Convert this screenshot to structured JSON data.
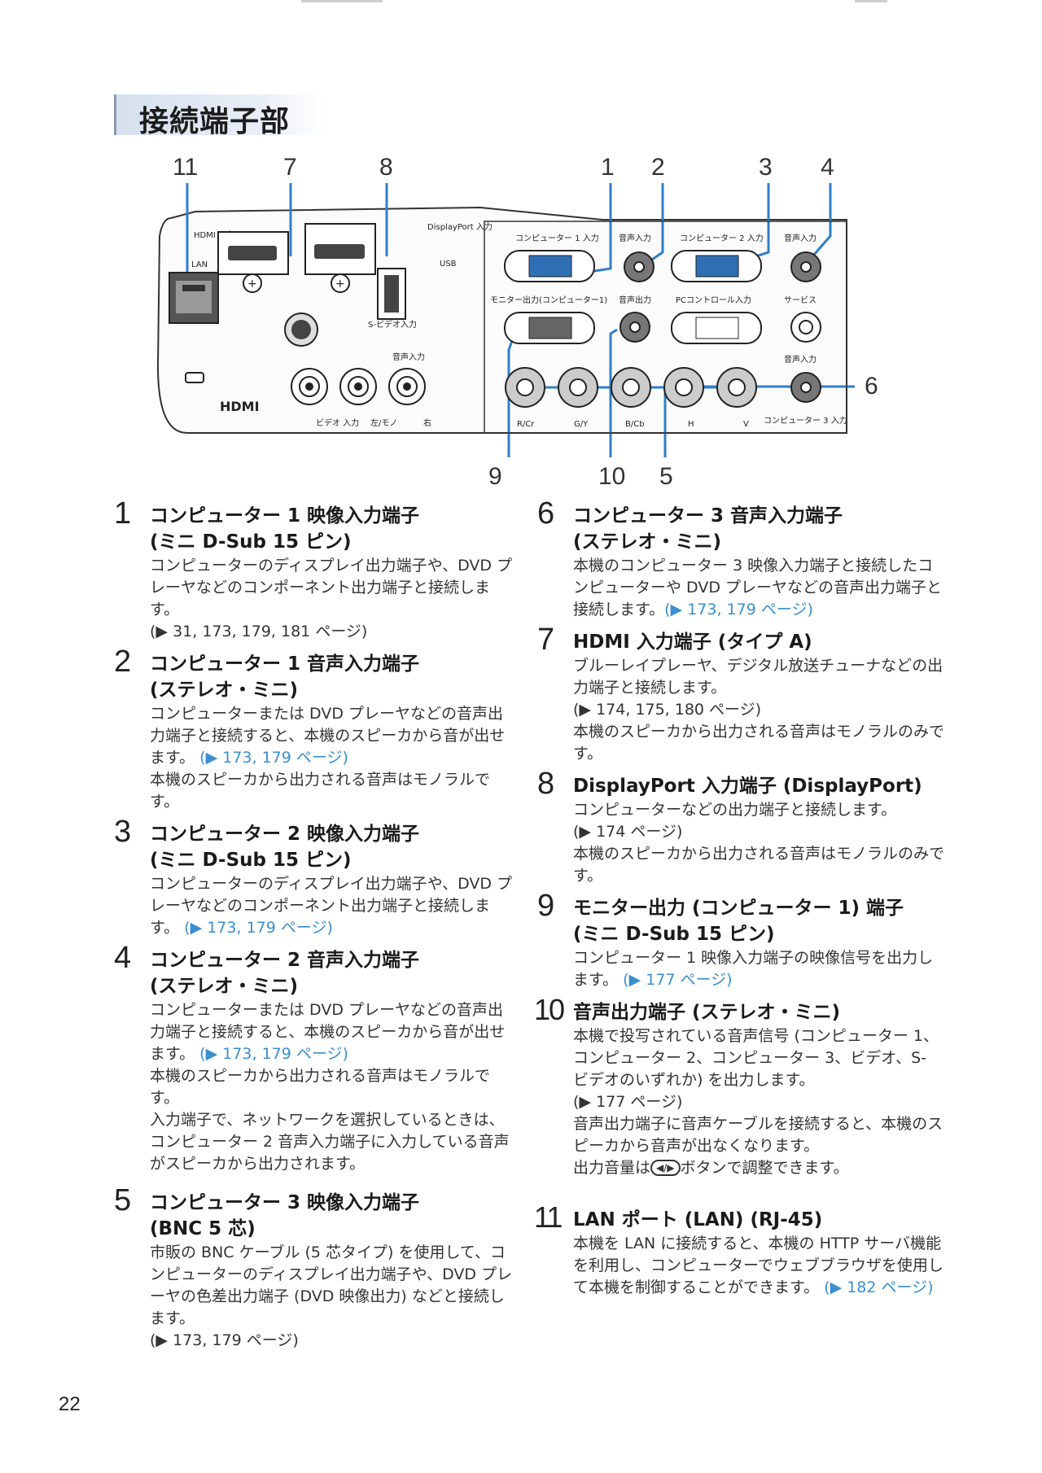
{
  "section_title": "接続端子部",
  "page_number": "22",
  "callouts": [
    "11",
    "7",
    "8",
    "1",
    "2",
    "3",
    "4",
    "6",
    "9",
    "10",
    "5"
  ],
  "panel_labels": {
    "hdmi_in": "HDMI 入力",
    "displayport_in": "DisplayPort 入力",
    "lan": "LAN",
    "usb": "USB",
    "s_video_in": "S-ビデオ入力",
    "audio_in": "音声入力",
    "audio_in_2": "音声入力",
    "audio_in_3": "音声入力",
    "audio_in_4": "音声入力",
    "video_in": "ビデオ 入力",
    "left_mono": "左/モノ",
    "right": "右",
    "computer1_in": "コンピューター 1 入力",
    "computer2_in": "コンピューター 2 入力",
    "monitor_out": "モニター出力(コンピューター1)",
    "audio_out": "音声出力",
    "pc_control_in": "PCコントロール入力",
    "service": "サービス",
    "computer3_in": "コンピューター 3 入力",
    "hdmi_logo": "HDMI",
    "bnc_rcr": "R/Cr",
    "bnc_gy": "G/Y",
    "bnc_bcb": "B/Cb",
    "bnc_h": "H",
    "bnc_v": "V"
  },
  "items": [
    {
      "no": "1",
      "title": "コンピューター 1 映像入力端子",
      "title2": "(ミニ D-Sub 15 ピン)",
      "desc": "コンピューターのディスプレイ出力端子や、DVD プレーヤなどのコンポーネント出力端子と接続します。",
      "ref": "(▶ 31, 173, 179, 181 ページ)"
    },
    {
      "no": "2",
      "title": "コンピューター 1 音声入力端子",
      "title2": "(ステレオ・ミニ)",
      "desc": "コンピューターまたは DVD プレーヤなどの音声出力端子と接続すると、本機のスピーカから音が出せます。",
      "ref": "(▶ 173, 179 ページ)",
      "desc2": "本機のスピーカから出力される音声はモノラルです。"
    },
    {
      "no": "3",
      "title": "コンピューター 2 映像入力端子",
      "title2": "(ミニ D-Sub 15 ピン)",
      "desc": "コンピューターのディスプレイ出力端子や、DVD プレーヤなどのコンポーネント出力端子と接続します。",
      "ref": "(▶ 173, 179 ページ)"
    },
    {
      "no": "4",
      "title": "コンピューター 2 音声入力端子",
      "title2": "(ステレオ・ミニ)",
      "desc": "コンピューターまたは DVD プレーヤなどの音声出力端子と接続すると、本機のスピーカから音が出せます。",
      "ref": "(▶ 173, 179 ページ)",
      "desc2": "本機のスピーカから出力される音声はモノラルです。",
      "desc3": "入力端子で、ネットワークを選択しているときは、コンピューター 2 音声入力端子に入力している音声がスピーカから出力されます。"
    },
    {
      "no": "5",
      "title": "コンピューター 3 映像入力端子",
      "title2": "(BNC 5 芯)",
      "desc": "市販の BNC ケーブル (5 芯タイプ) を使用して、コンピューターのディスプレイ出力端子や、DVD プレーヤの色差出力端子 (DVD 映像出力) などと接続します。",
      "ref": "(▶ 173, 179 ページ)"
    },
    {
      "no": "6",
      "title": "コンピューター 3 音声入力端子",
      "title2": "(ステレオ・ミニ)",
      "desc": "本機のコンピューター 3 映像入力端子と接続したコンピューターや DVD プレーヤなどの音声出力端子と接続します。",
      "ref": "(▶ 173, 179 ページ)"
    },
    {
      "no": "7",
      "title": "HDMI 入力端子 (タイプ A)",
      "desc": "ブルーレイプレーヤ、デジタル放送チューナなどの出力端子と接続します。",
      "ref": "(▶ 174, 175, 180 ページ)",
      "desc2": "本機のスピーカから出力される音声はモノラルのみです。"
    },
    {
      "no": "8",
      "title": "DisplayPort 入力端子 (DisplayPort)",
      "desc": "コンピューターなどの出力端子と接続します。",
      "ref": "(▶ 174 ページ)",
      "desc2": "本機のスピーカから出力される音声はモノラルのみです。"
    },
    {
      "no": "9",
      "title": "モニター出力 (コンピューター 1) 端子",
      "title2": "(ミニ D-Sub 15 ピン)",
      "desc": "コンピューター 1 映像入力端子の映像信号を出力します。",
      "ref": "(▶ 177 ページ)"
    },
    {
      "no": "10",
      "title": "音声出力端子 (ステレオ・ミニ)",
      "desc": "本機で投写されている音声信号 (コンピューター 1、コンピューター 2、コンピューター 3、ビデオ、S- ビデオのいずれか) を出力します。",
      "ref": "(▶ 177 ページ)",
      "desc2": "音声出力端子に音声ケーブルを接続すると、本機のスピーカから音声が出なくなります。",
      "desc3_pre": "出力音量は",
      "desc3_key": "◀/▶",
      "desc3_post": "ボタンで調整できます。"
    },
    {
      "no": "11",
      "title": "LAN ポート (LAN) (RJ-45)",
      "desc": "本機を LAN に接続すると、本機の HTTP サーバ機能を利用し、コンピューターでウェブブラウザを使用して本機を制御することができます。",
      "ref": "(▶ 182 ページ)"
    }
  ]
}
